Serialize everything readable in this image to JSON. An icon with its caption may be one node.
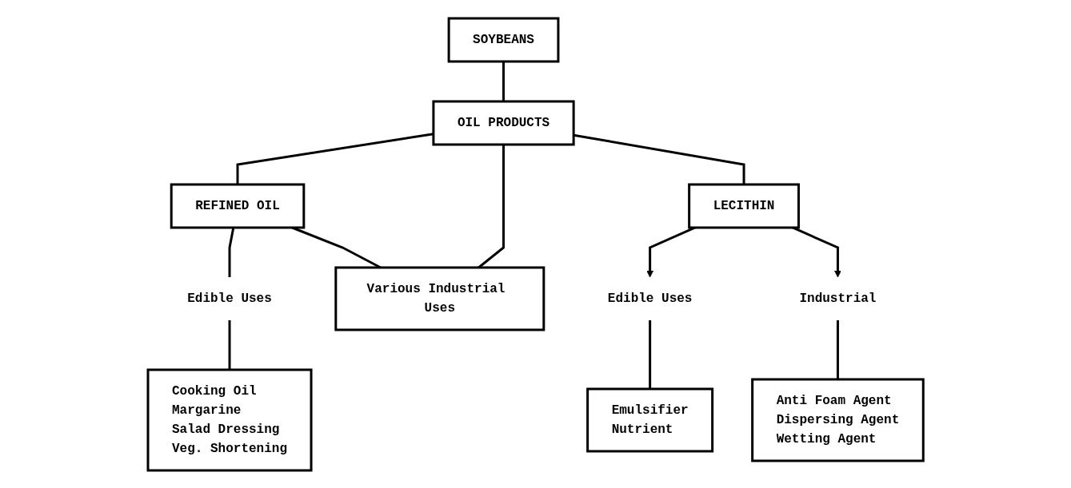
{
  "diagram": {
    "nodes": [
      {
        "text": [
          "SOYBEANS"
        ]
      },
      {
        "text": [
          "OIL PRODUCTS"
        ]
      },
      {
        "text": [
          "REFINED OIL"
        ]
      },
      {
        "text": [
          "LECITHIN"
        ]
      },
      {
        "text": [
          "Edible Uses"
        ]
      },
      {
        "text": [
          "Cooking Oil",
          "Margarine",
          "Salad Dressing",
          "Veg. Shortening"
        ]
      },
      {
        "text": [
          "Various Industrial Uses"
        ]
      },
      {
        "text": [
          "Edible Uses"
        ]
      },
      {
        "text": [
          "Industrial"
        ]
      },
      {
        "text": [
          "Emulsifier",
          "Nutrient"
        ]
      },
      {
        "text": [
          "Anti Foam Agent",
          "Dispersing Agent",
          "Wetting Agent"
        ]
      }
    ],
    "edges": [
      {
        "from": 0,
        "to": 1,
        "arrow": "none"
      },
      {
        "from": 1,
        "to": 2,
        "arrow": "none"
      },
      {
        "from": 1,
        "to": 6,
        "arrow": "none"
      },
      {
        "from": 1,
        "to": 3,
        "arrow": "none"
      },
      {
        "from": 2,
        "to": 6,
        "arrow": "none"
      },
      {
        "from": 2,
        "to": 4,
        "arrow": "none"
      },
      {
        "from": 4,
        "to": 5,
        "arrow": "none"
      },
      {
        "from": 3,
        "to": 7,
        "arrow": "to"
      },
      {
        "from": 3,
        "to": 8,
        "arrow": "to"
      },
      {
        "from": 7,
        "to": 9,
        "arrow": "none"
      },
      {
        "from": 8,
        "to": 10,
        "arrow": "none"
      }
    ]
  }
}
